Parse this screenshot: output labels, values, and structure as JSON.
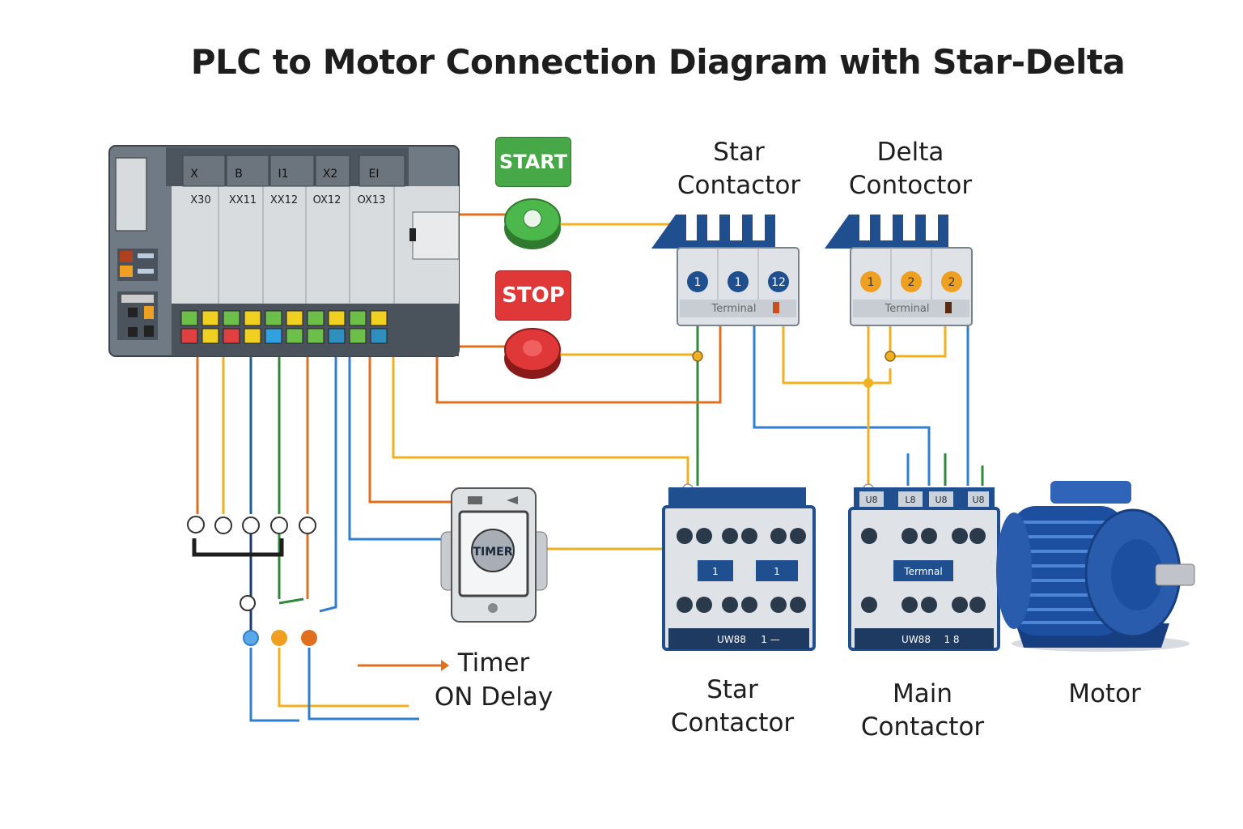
{
  "title": "PLC to Motor Connection Diagram with Star-Delta",
  "plc": {
    "terminal_tabs": [
      "X",
      "B",
      "I1",
      "X2",
      "EI"
    ],
    "terminal_labels": [
      "X30",
      "XX11",
      "XX12",
      "OX12",
      "OX13"
    ]
  },
  "buttons": {
    "start": "START",
    "stop": "STOP"
  },
  "top_contactors": {
    "star": {
      "line1": "Star",
      "line2": "Contactor",
      "numbers": [
        "1",
        "1",
        "12"
      ],
      "terminal": "Terminal"
    },
    "delta": {
      "line1": "Delta",
      "line2": "Contoctor",
      "numbers": [
        "1",
        "2",
        "2"
      ],
      "terminal": "Terminal"
    }
  },
  "timer": {
    "face": "TIMER",
    "label_line1": "Timer",
    "label_line2": "ON Delay"
  },
  "bottom_contactors": {
    "star": {
      "line1": "Star",
      "line2": "Contactor",
      "center_labels": [
        "1",
        "1"
      ],
      "footer": [
        "UW88",
        "1 —"
      ]
    },
    "main": {
      "line1": "Main",
      "line2": "Contactor",
      "center_label": "Termnal",
      "top_labels": [
        "U8",
        "L8",
        "U8",
        "U8"
      ],
      "footer": [
        "UW88",
        "1 8"
      ]
    }
  },
  "motor": {
    "label": "Motor"
  },
  "colors": {
    "plc_body": "#8a929c",
    "plc_face": "#d9dcdf",
    "start_green": "#3aa53a",
    "stop_red": "#d83030",
    "wire_orange": "#e07020",
    "wire_yellow": "#f0b020",
    "wire_blue": "#2f7fd0",
    "wire_green": "#2e8a3a",
    "contactor_blue": "#1f4f8f",
    "motor_blue": "#1c4fa0"
  }
}
